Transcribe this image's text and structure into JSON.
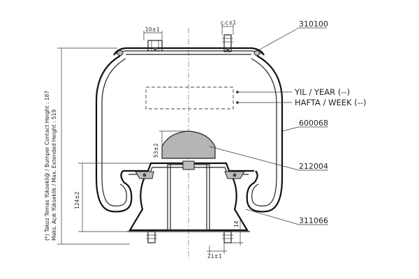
{
  "parts": {
    "top_plate": "310100",
    "bellows": "600068",
    "bumper": "212004",
    "piston": "311066"
  },
  "marking": {
    "year": "YIL / YEAR (--)",
    "week": "HAFTA / WEEK (--)"
  },
  "dimensions": {
    "stud_spacing": "10±1",
    "top_stud": "ς.ς±1",
    "bumper_gap": "53±2",
    "piston_height": "124±2",
    "bottom_stud_offset": "21±1",
    "bottom_stud_length": "14"
  },
  "side_notes": {
    "line1": "(*) Takoz Temas Yüksekliği / Bumper Contact Height : 187",
    "line2": "Maks. Açık Yükseklik / Max. Extended Height : 519"
  }
}
